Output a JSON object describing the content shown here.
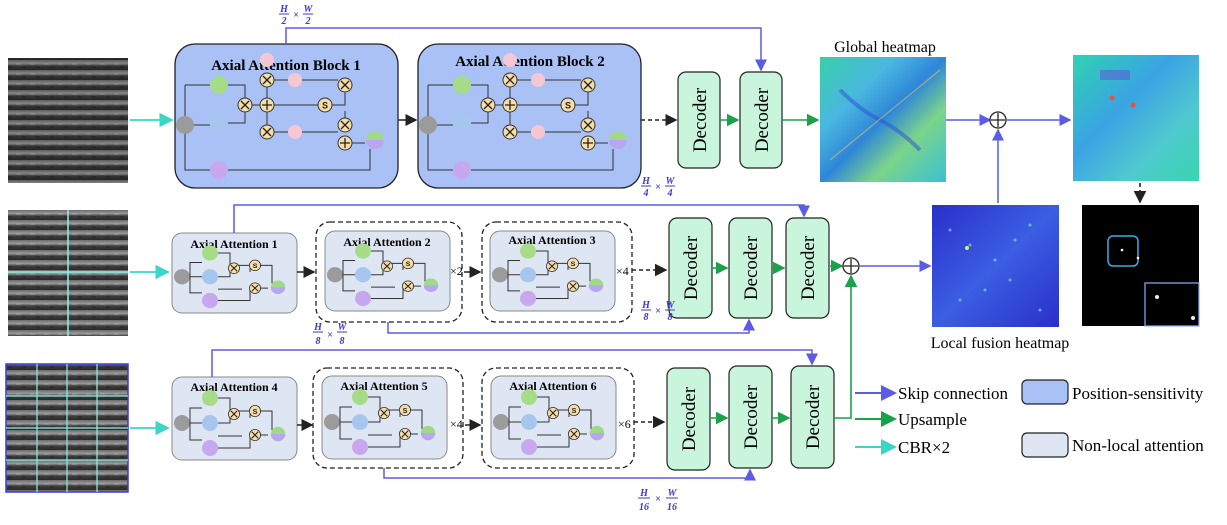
{
  "blocks": {
    "b1": "Axial Attention Block 1",
    "b2": "Axial Attention Block 2",
    "a1": "Axial Attention 1",
    "a2": "Axial Attention 2",
    "a3": "Axial Attention 3",
    "a4": "Axial Attention 4",
    "a5": "Axial Attention 5",
    "a6": "Axial Attention 6"
  },
  "decoder_label": "Decoder",
  "repeat": {
    "x2": "×2",
    "x4_r2": "×4",
    "x4_r3": "×4",
    "x6": "×6"
  },
  "fractions": {
    "top": {
      "num_l": "H",
      "den_l": "2",
      "num_r": "W",
      "den_r": "2",
      "times": "×"
    },
    "row2": {
      "num_l": "H",
      "den_l": "4",
      "num_r": "W",
      "den_r": "4",
      "times": "×"
    },
    "row2b": {
      "num_l": "H",
      "den_l": "8",
      "num_r": "W",
      "den_r": "8",
      "times": "×"
    },
    "row3": {
      "num_l": "H",
      "den_l": "8",
      "num_r": "W",
      "den_r": "8",
      "times": "×"
    },
    "row3b": {
      "num_l": "H",
      "den_l": "16",
      "num_r": "W",
      "den_r": "16",
      "times": "×"
    }
  },
  "heatmaps": {
    "global": "Global heatmap",
    "local": "Local fusion heatmap"
  },
  "legend": {
    "skip": "Skip connection",
    "upsample": "Upsample",
    "cbr": "CBR×2",
    "pos": "Position-sensitivity",
    "nonlocal": "Non-local attention"
  },
  "colors": {
    "skip": "#5b5be6",
    "upsample": "#1aa24a",
    "cbr": "#3ad6c8",
    "decoder_fill": "#c9f5dc",
    "block_blue": "#a9c1f5",
    "block_light": "#dfe6f3"
  }
}
